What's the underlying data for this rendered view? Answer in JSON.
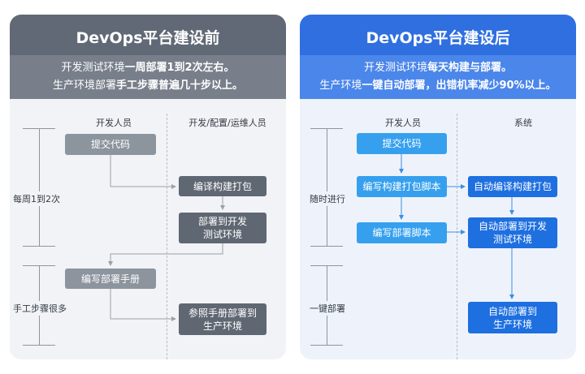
{
  "before": {
    "title": "DevOps平台建设前",
    "desc_line1": [
      {
        "text": "开发测试环境",
        "bold": false
      },
      {
        "text": "一周部署1到2次左右。",
        "bold": true
      }
    ],
    "desc_line2": [
      {
        "text": "生产环境部署",
        "bold": false
      },
      {
        "text": "手工步骤普遍几十步以上。",
        "bold": true
      }
    ],
    "col_dev": "开发人员",
    "col_ops": "开发/配置/运维人员",
    "timeline_label1": "每周1到2次",
    "timeline_label2": "手工步骤很多",
    "box_commit": "提交代码",
    "box_build": "编译构建打包",
    "box_deploy_test_l1": "部署到开发",
    "box_deploy_test_l2": "测试环境",
    "box_manual": "编写部署手册",
    "box_deploy_prod_l1": "参照手册部署到",
    "box_deploy_prod_l2": "生产环境"
  },
  "after": {
    "title": "DevOps平台建设后",
    "desc_line1": [
      {
        "text": "开发测试环境",
        "bold": false
      },
      {
        "text": "每天构建与部署。",
        "bold": true
      }
    ],
    "desc_line2": [
      {
        "text": "生产环境",
        "bold": false
      },
      {
        "text": "一键自动部署，出错机率减少90%以上。",
        "bold": true
      }
    ],
    "col_dev": "开发人员",
    "col_sys": "系统",
    "timeline_label1": "随时进行",
    "timeline_label2": "一键部署",
    "box_commit": "提交代码",
    "box_build_script": "编写构建打包脚本",
    "box_deploy_script": "编写部署脚本",
    "box_auto_build": "自动编译构建打包",
    "box_auto_test_l1": "自动部署到开发",
    "box_auto_test_l2": "测试环境",
    "box_auto_prod_l1": "自动部署到",
    "box_auto_prod_l2": "生产环境"
  },
  "colors": {
    "before_header": "#606975",
    "before_desc": "#787f8a",
    "after_header": "#2f6fe0",
    "after_desc": "#4b86ea",
    "grey_light_box": "#8c949e",
    "grey_dark_box": "#5f6772",
    "blue_light_box": "#36a0ee",
    "blue_dark_box": "#1e6fe0"
  }
}
